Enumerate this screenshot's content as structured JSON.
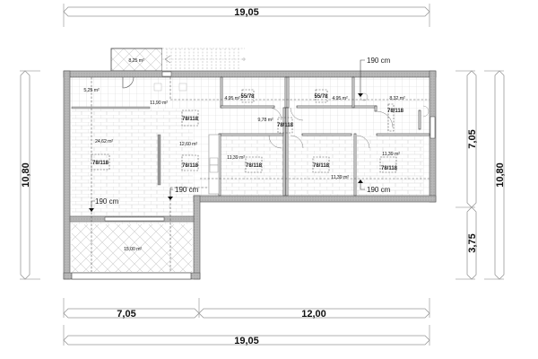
{
  "drawing": {
    "type": "architectural-floor-plan",
    "units": "m",
    "colors": {
      "wall_fill": "#b5b5b5",
      "wall_edge": "#555555",
      "grid": "#d8d8d8",
      "dimension_line": "#9a9a9a",
      "background": "#ffffff"
    }
  },
  "dimensions": {
    "top_total": "19,05",
    "bottom_left": "7,05",
    "bottom_right": "12,00",
    "bottom_total": "19,05",
    "left_height": "10,80",
    "right_upper": "7,05",
    "right_lower": "3,75",
    "right_total": "10,80"
  },
  "rooms": [
    {
      "id": "entrance-porch",
      "area": "8,25 m²"
    },
    {
      "id": "vestibule",
      "area": "5,25 m²"
    },
    {
      "id": "hall",
      "area": "11,90 m²"
    },
    {
      "id": "bathroom-1",
      "area": "4,95 m²"
    },
    {
      "id": "bathroom-2",
      "area": "4,95 m²"
    },
    {
      "id": "corridor",
      "area": "9,78 m²"
    },
    {
      "id": "utility",
      "area": "8,32 m²"
    },
    {
      "id": "living-room",
      "area": "24,62 m²"
    },
    {
      "id": "kitchen",
      "area": "12,60 m²"
    },
    {
      "id": "bedroom-1",
      "area": "11,39 m²"
    },
    {
      "id": "bedroom-2",
      "area": "11,39 m²"
    },
    {
      "id": "bedroom-3",
      "area": "11,39 m²"
    },
    {
      "id": "terrace",
      "area": "15,00 m²"
    }
  ],
  "windows": {
    "small_a": "55/78",
    "small_b": "55/78",
    "std": "78/118"
  },
  "ceiling_heights": {
    "label": "190 cm"
  }
}
